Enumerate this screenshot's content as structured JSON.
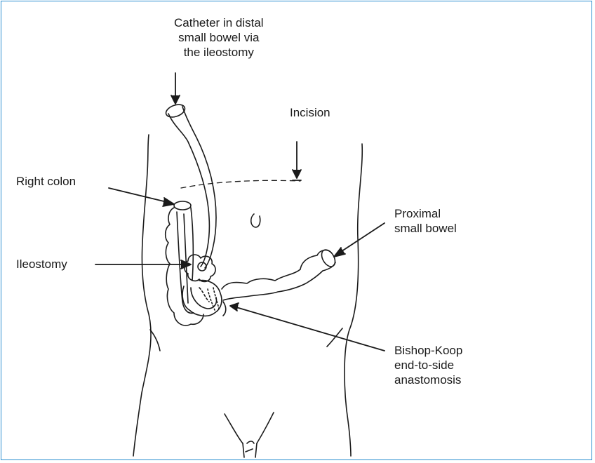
{
  "labels": {
    "catheter": "Catheter in distal\nsmall bowel via\nthe ileostomy",
    "incision": "Incision",
    "right_colon": "Right colon",
    "proximal": "Proximal\nsmall bowel",
    "ileostomy": "Ileostomy",
    "anastomosis": "Bishop-Koop\nend-to-side\nanastomosis"
  },
  "colors": {
    "frame": "#2b8fd0",
    "ink": "#1a1a1a"
  }
}
